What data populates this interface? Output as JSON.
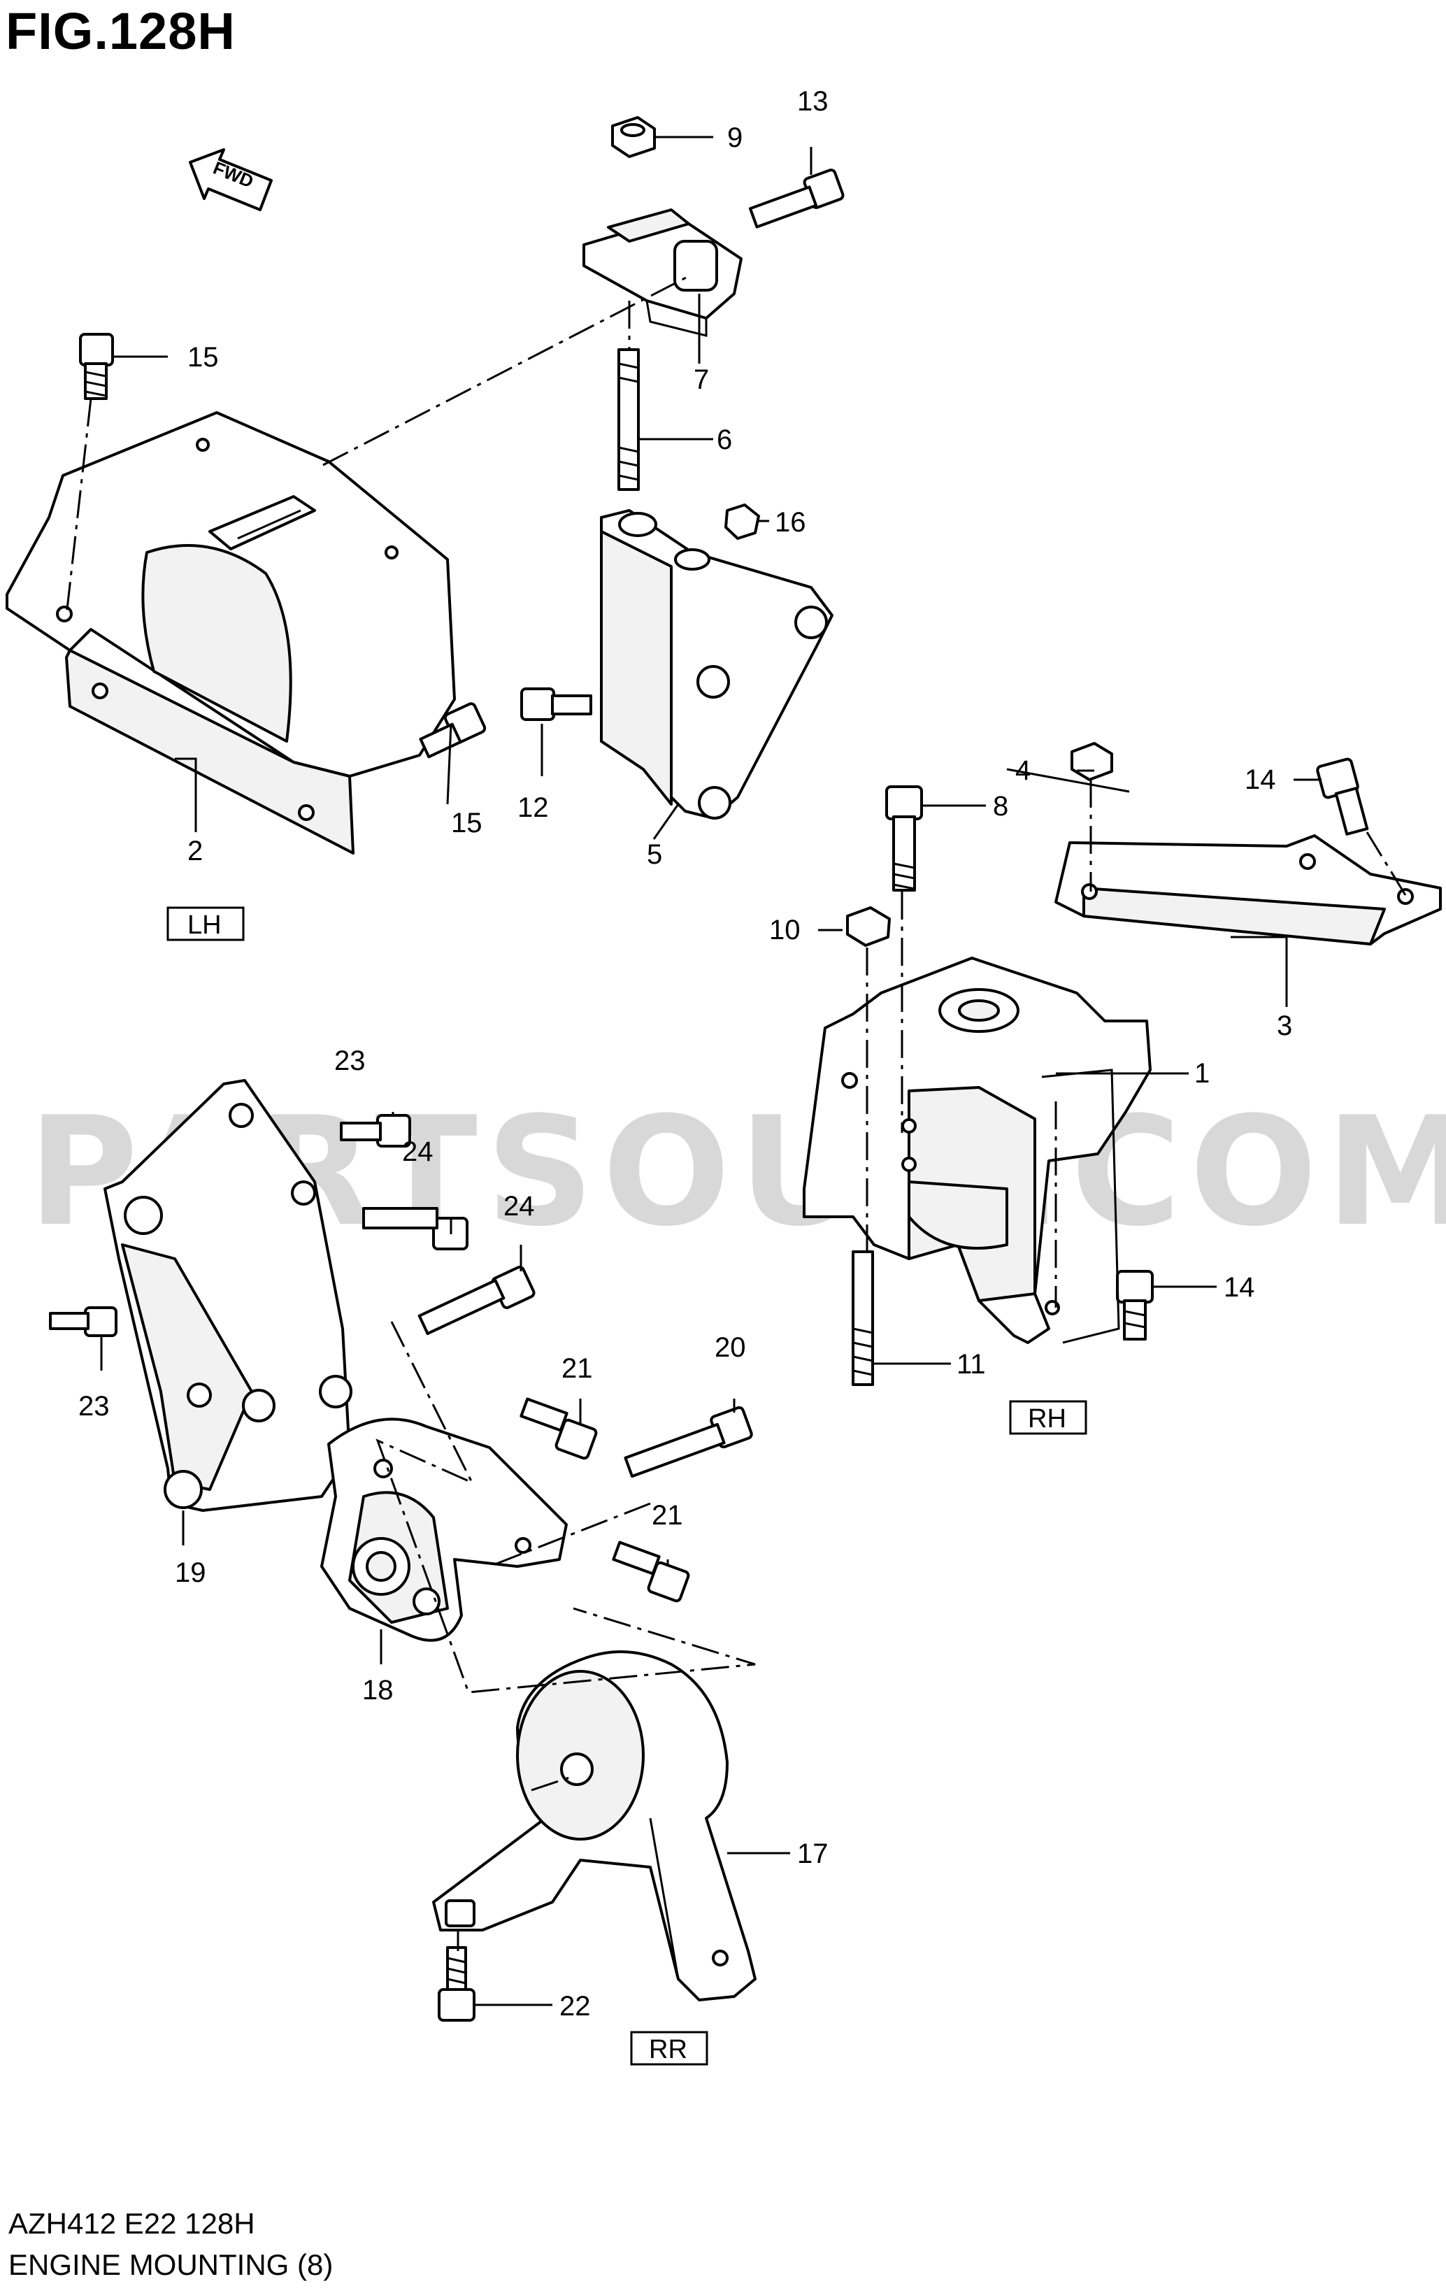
{
  "figure": {
    "title": "FIG.128H",
    "fwd_label": "FWD",
    "watermark": "PARTSOUQ.COM"
  },
  "view_labels": [
    "LH",
    "RH",
    "RR"
  ],
  "callouts": [
    "1",
    "2",
    "3",
    "4",
    "5",
    "6",
    "7",
    "8",
    "9",
    "10",
    "11",
    "12",
    "13",
    "14",
    "14",
    "15",
    "15",
    "16",
    "17",
    "18",
    "19",
    "20",
    "21",
    "21",
    "22",
    "23",
    "23",
    "24",
    "24"
  ],
  "footer": {
    "code": "AZH412 E22 128H",
    "caption": "ENGINE MOUNTING (8)"
  }
}
